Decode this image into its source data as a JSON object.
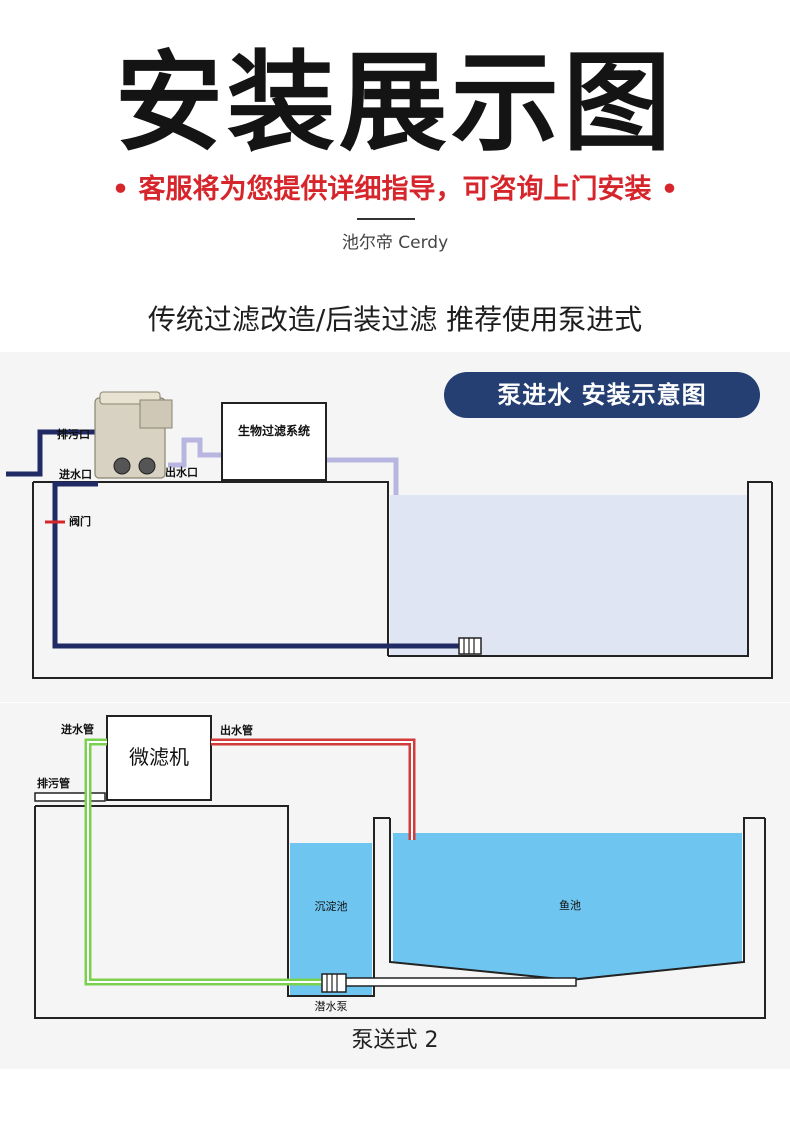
{
  "header": {
    "title": "安装展示图",
    "subtitle": "• 客服将为您提供详细指导，可咨询上门安装 •",
    "brand": "池尔帝 Cerdy",
    "tagline": "传统过滤改造/后装过滤 推荐使用泵进式"
  },
  "diagram1": {
    "banner": "泵进水 安装示意图",
    "labels": {
      "drain": "排污口",
      "inlet": "进水口",
      "outlet": "出水口",
      "valve": "阀门",
      "bio_filter": "生物过滤系统"
    },
    "colors": {
      "pipe": "#202a64",
      "outlet_pipe": "#b8b6e0",
      "water": "#dfe5f2",
      "banner": "#253f73"
    }
  },
  "diagram2": {
    "labels": {
      "inlet_pipe": "进水管",
      "outlet_pipe": "出水管",
      "drain_pipe": "排污管",
      "micro_filter": "微滤机",
      "settling_tank": "沉淀池",
      "fish_pond": "鱼池",
      "submersible_pump": "潜水泵"
    },
    "caption": "泵送式 2",
    "colors": {
      "inlet_pipe": "#7ad14e",
      "outlet_pipe": "#d33a3a",
      "water": "#6ec5ef"
    }
  }
}
